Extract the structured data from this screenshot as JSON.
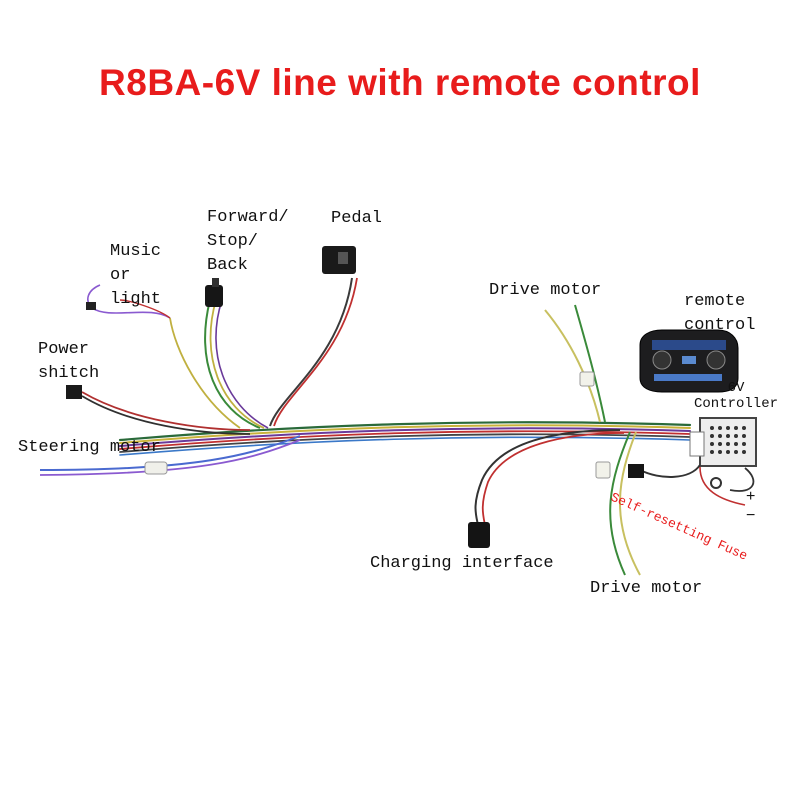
{
  "title": "R8BA-6V line with remote control",
  "labels": {
    "forward_stop_back": "Forward/\nStop/\nBack",
    "pedal": "Pedal",
    "music_or_light": "Music\nor\nlight",
    "power_switch": "Power\nshitch",
    "steering_motor": "Steering motor",
    "drive_motor_top": "Drive motor",
    "remote_control": "remote\ncontrol",
    "controller": "6V\nController",
    "self_resetting_fuse": "Self-resetting Fuse",
    "charging_interface": "Charging interface",
    "drive_motor_bottom": "Drive motor",
    "plus": "+",
    "minus": "−"
  },
  "colors": {
    "title": "#e81c1c",
    "accent_red": "#e81c1c"
  }
}
